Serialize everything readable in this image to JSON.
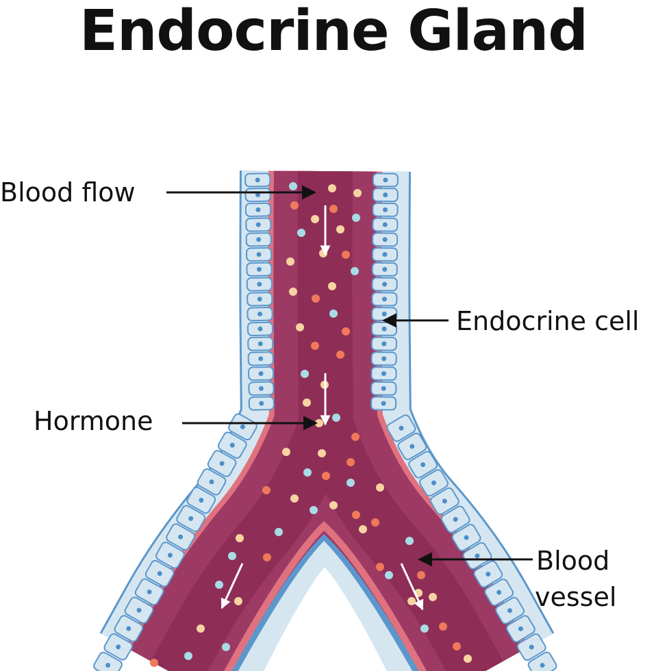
{
  "title": "Endocrine Gland",
  "labels": {
    "blood_flow": "Blood flow",
    "endocrine_cell": "Endocrine cell",
    "hormone": "Hormone",
    "blood_vessel_line1": "Blood",
    "blood_vessel_line2": "vessel"
  },
  "colors": {
    "vessel_dark": "#8e2e57",
    "vessel_mid": "#9c3a64",
    "vessel_wall": "#e0727f",
    "cell_fill": "#d6e6f0",
    "cell_border": "#5b97cc",
    "nucleus": "#4d8ec8",
    "hormone_cream": "#f8d3a2",
    "hormone_orange": "#f0795a",
    "hormone_blue": "#a9dbe6",
    "arrow": "#111111",
    "flow_arrow": "#ffffff"
  }
}
